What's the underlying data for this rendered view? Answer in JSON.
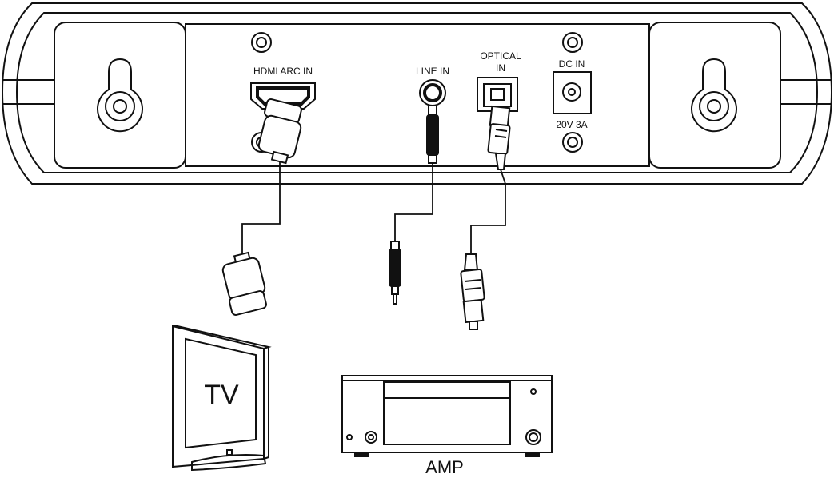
{
  "ports": {
    "hdmi_label": "HDMI ARC IN",
    "line_in_label": "LINE IN",
    "optical_label_line1": "OPTICAL",
    "optical_label_line2": "IN",
    "dc_in_label": "DC IN",
    "dc_rating": "20V 3A"
  },
  "devices": {
    "tv_label": "TV",
    "amp_label": "AMP"
  },
  "colors": {
    "stroke": "#111111",
    "background": "#ffffff"
  }
}
